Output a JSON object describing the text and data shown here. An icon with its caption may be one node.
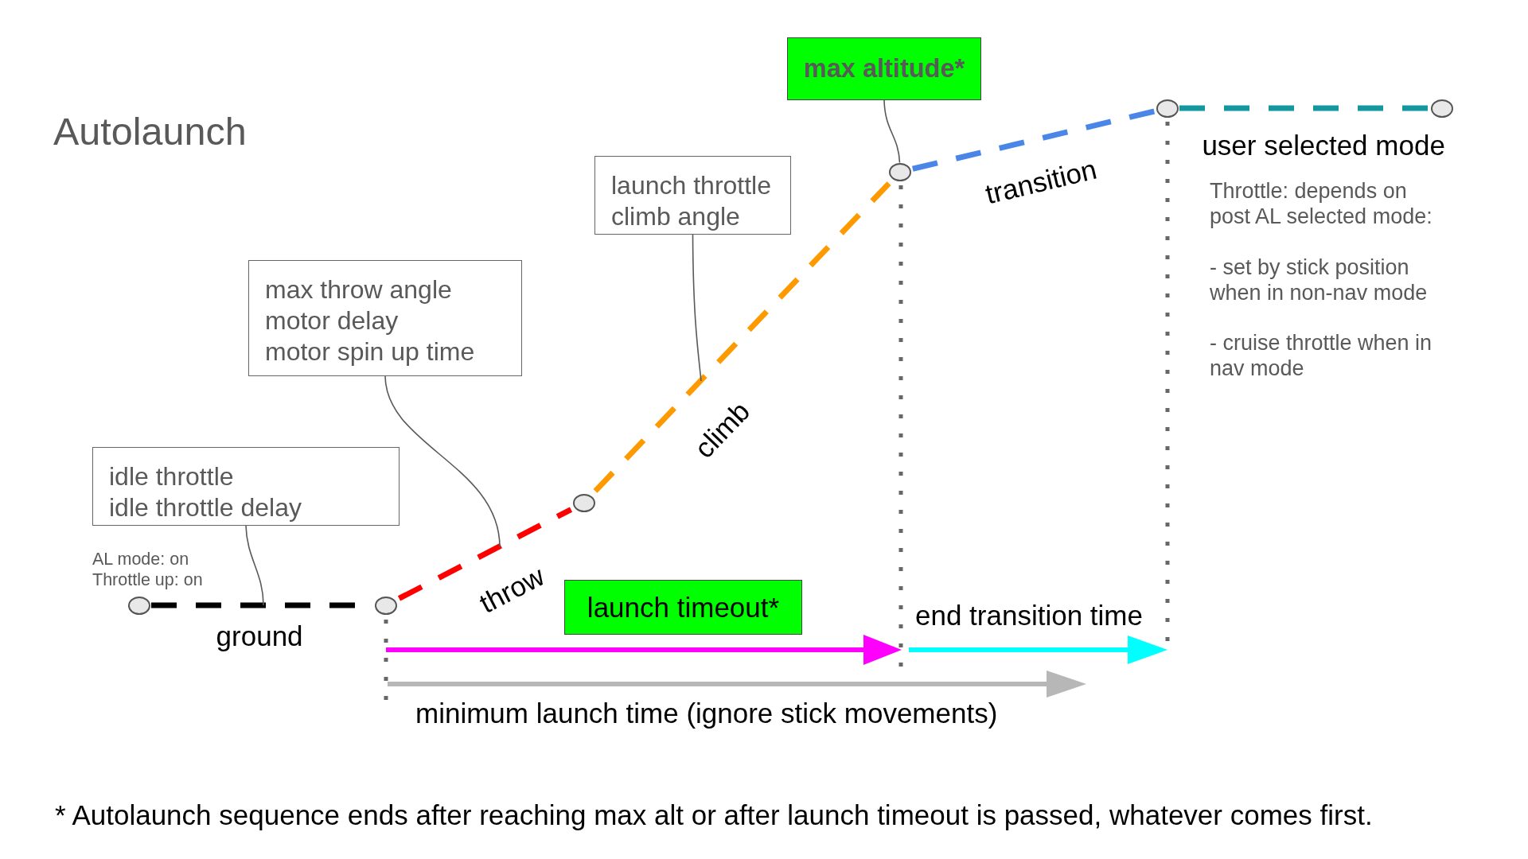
{
  "diagram": {
    "title": "Autolaunch",
    "caption": "* Autolaunch sequence ends after reaching max alt or after launch timeout is passed, whatever comes first.",
    "nodes": [
      {
        "text": [
          "max altitude*"
        ]
      },
      {
        "text": [
          "launch throttle",
          "climb angle"
        ]
      },
      {
        "text": [
          "max throw angle",
          "motor delay",
          "motor spin up time"
        ]
      },
      {
        "text": [
          "idle throttle",
          "idle throttle delay"
        ]
      },
      {
        "text": [
          "launch timeout*"
        ]
      },
      {
        "text": [],
        "shape": "circle"
      },
      {
        "text": [],
        "shape": "circle"
      },
      {
        "text": [],
        "shape": "circle"
      },
      {
        "text": [],
        "shape": "circle"
      },
      {
        "text": [],
        "shape": "circle"
      },
      {
        "text": [],
        "shape": "circle"
      }
    ],
    "edges": [
      {
        "from": 5,
        "to": 6,
        "arrow": "none",
        "label": "ground",
        "style": "dashed",
        "color": "#000000"
      },
      {
        "from": 6,
        "to": 7,
        "arrow": "none",
        "label": "throw",
        "style": "dashed",
        "color": "#ff0000"
      },
      {
        "from": 7,
        "to": 8,
        "arrow": "none",
        "label": "climb",
        "style": "dashed",
        "color": "#ff9900"
      },
      {
        "from": 8,
        "to": 9,
        "arrow": "none",
        "label": "transition",
        "style": "dashed",
        "color": "#4a86e8"
      },
      {
        "from": 9,
        "to": 10,
        "arrow": "none",
        "label": "user selected mode",
        "style": "dashed",
        "color": "#14979f"
      },
      {
        "from": 3,
        "to": null,
        "arrow": "none"
      },
      {
        "from": 2,
        "to": null,
        "arrow": "none"
      },
      {
        "from": 1,
        "to": null,
        "arrow": "none"
      },
      {
        "from": 0,
        "to": 8,
        "arrow": "none"
      }
    ],
    "labels": [
      "Throttle: depends on post AL selected mode:",
      "- set by stick position when in non-nav mode",
      "- cruise throttle when in nav mode",
      "AL mode: on",
      "Throttle up: on",
      "end transition time",
      "minimum launch time (ignore stick movements)"
    ]
  }
}
